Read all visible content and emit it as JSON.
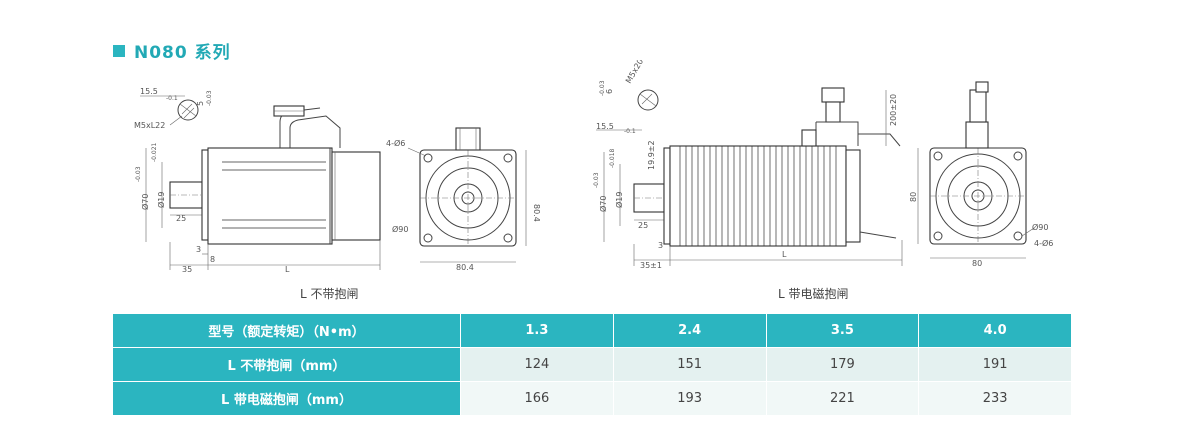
{
  "title": "N080 系列",
  "colors": {
    "accent": "#2bb5c0",
    "row_alt_1": "#e4f1f0",
    "row_alt_2": "#f1f8f7"
  },
  "drawings": {
    "left": {
      "caption": "L 不带抱闸",
      "dims": {
        "keyway": "15.5",
        "keyway_tol": "-0.1",
        "key_width": "5",
        "key_width_tol": "-0.03",
        "shaft_thread": "M5xL22",
        "flange_hole": "4-Ø6",
        "pilot": "Ø70",
        "pilot_tol": "-0.03",
        "shaft_dia": "Ø19",
        "shaft_tol": "-0.021",
        "shaft_len": "25",
        "d3": "3",
        "d8": "8",
        "d35": "35",
        "length": "L",
        "bolt_circle": "Ø90",
        "square": "80.4",
        "square_h": "80.4"
      }
    },
    "right": {
      "caption": "L 带电磁抱闸",
      "dims": {
        "shaft_thread": "M5x20",
        "key_width": "6",
        "key_width_tol": "-0.03",
        "keyway": "15.5",
        "keyway_tol": "-0.1",
        "cable": "200±20",
        "shaft_len_fine": "19.9±2",
        "pilot": "Ø70",
        "pilot_tol": "-0.03",
        "shaft_dia": "Ø19",
        "shaft_tol": "-0.018",
        "shaft_len": "25",
        "d3": "3",
        "d35": "35±1",
        "length": "L",
        "square_h": "80",
        "square": "80",
        "bolt_circle": "Ø90",
        "flange_hole": "4-Ø6"
      }
    }
  },
  "table": {
    "header": {
      "label": "型号（额定转矩）（N•m）",
      "values": [
        "1.3",
        "2.4",
        "3.5",
        "4.0"
      ]
    },
    "rows": [
      {
        "label": "L 不带抱闸（mm）",
        "values": [
          "124",
          "151",
          "179",
          "191"
        ]
      },
      {
        "label": "L 带电磁抱闸（mm）",
        "values": [
          "166",
          "193",
          "221",
          "233"
        ]
      }
    ]
  }
}
